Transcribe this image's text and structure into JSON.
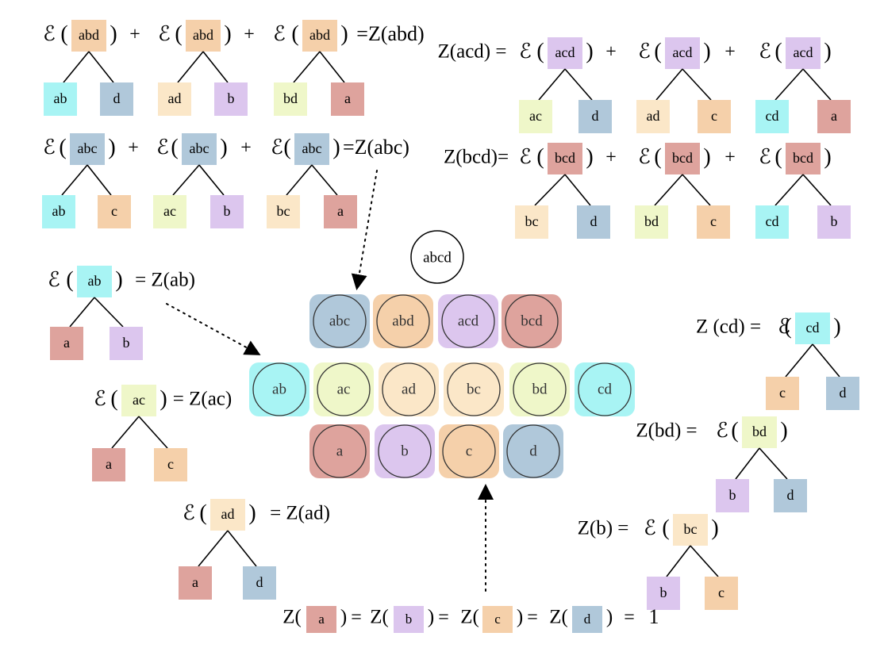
{
  "colors": {
    "abd": "#f5d0aa",
    "abc": "#b0c8da",
    "acd": "#dcc6ee",
    "bcd": "#dea39d",
    "ab": "#a8f4f4",
    "ac": "#eff7c9",
    "ad": "#fbe7c8",
    "bc": "#fbe7c8",
    "bd": "#eff7c9",
    "cd": "#a8f4f4",
    "a": "#dea39d",
    "b": "#dcc6ee",
    "c": "#f5d0aa",
    "d": "#b0c8da"
  },
  "symbols": {
    "energy": "ℰ",
    "plus": "+",
    "equals": "=",
    "one": "1"
  },
  "labels": {
    "Zabd": "Z(abd)",
    "Zacd": "Z(acd)",
    "Zabc": "Z(abc)",
    "Zbcd": "Z(bcd)",
    "Zab": "Z(ab)",
    "Zac": "Z(ac)",
    "Zad": "Z(ad)",
    "Zcd": "Z (cd)",
    "Zbd": "Z(bd)",
    "Zb": "Z(b)",
    "Z": "Z"
  },
  "center_top": "abcd",
  "grid_rows": [
    [
      "abc",
      "abd",
      "acd",
      "bcd"
    ],
    [
      "ab",
      "ac",
      "ad",
      "bc",
      "bd",
      "cd"
    ],
    [
      "a",
      "b",
      "c",
      "d"
    ]
  ],
  "equations": {
    "abd": {
      "parent": "abd",
      "splits": [
        [
          "ab",
          "d"
        ],
        [
          "ad",
          "b"
        ],
        [
          "bd",
          "a"
        ]
      ]
    },
    "acd": {
      "parent": "acd",
      "splits": [
        [
          "ac",
          "d"
        ],
        [
          "ad",
          "c"
        ],
        [
          "cd",
          "a"
        ]
      ]
    },
    "abc": {
      "parent": "abc",
      "splits": [
        [
          "ab",
          "c"
        ],
        [
          "ac",
          "b"
        ],
        [
          "bc",
          "a"
        ]
      ]
    },
    "bcd": {
      "parent": "bcd",
      "splits": [
        [
          "bc",
          "d"
        ],
        [
          "bd",
          "c"
        ],
        [
          "cd",
          "b"
        ]
      ]
    },
    "ab": {
      "parent": "ab",
      "splits": [
        [
          "a",
          "b"
        ]
      ]
    },
    "ac": {
      "parent": "ac",
      "splits": [
        [
          "a",
          "c"
        ]
      ]
    },
    "ad": {
      "parent": "ad",
      "splits": [
        [
          "a",
          "d"
        ]
      ]
    },
    "cd": {
      "parent": "cd",
      "splits": [
        [
          "c",
          "d"
        ]
      ]
    },
    "bd": {
      "parent": "bd",
      "splits": [
        [
          "b",
          "d"
        ]
      ]
    },
    "bc": {
      "parent": "bc",
      "splits": [
        [
          "b",
          "c"
        ]
      ]
    }
  },
  "singles": [
    "a",
    "b",
    "c",
    "d"
  ]
}
